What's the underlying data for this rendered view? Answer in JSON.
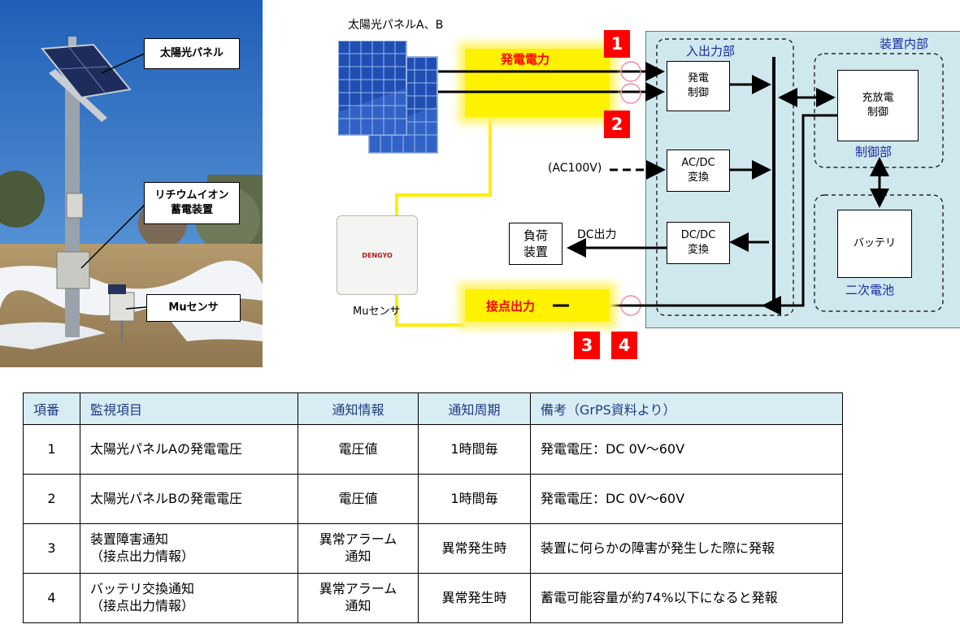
{
  "photo": {
    "callouts": {
      "solar_panel": "太陽光パネル",
      "battery_line1": "リチウムイオン",
      "battery_line2": "蓄電装置",
      "mu_sensor": "Muセンサ"
    }
  },
  "diagram": {
    "solar_label": "太陽光パネルA、B",
    "generated_power": "発電電力",
    "contact_output": "接点出力",
    "mu_sensor_label": "Muセンサ",
    "mu_brand": "DENGYO",
    "ac_input": "(AC100V)",
    "dc_output": "DC出力",
    "load_line1": "負荷",
    "load_line2": "装置",
    "device_inside": "装置内部",
    "io_section": "入出力部",
    "gen_control_line1": "発電",
    "gen_control_line2": "制御",
    "acdc_line1": "AC/DC",
    "acdc_line2": "変換",
    "dcdc_line1": "DC/DC",
    "dcdc_line2": "変換",
    "charge_line1": "充放電",
    "charge_line2": "制御",
    "control_section": "制御部",
    "battery_box": "バッテリ",
    "secondary_battery": "二次電池",
    "badges": [
      "1",
      "2",
      "3",
      "4"
    ],
    "colors": {
      "highlight": "#fff200",
      "badge": "#ff0000",
      "enclosure": "#cfe8ee",
      "section_label": "#1a2aa0"
    }
  },
  "table": {
    "headers": [
      "項番",
      "監視項目",
      "通知情報",
      "通知周期",
      "備考（GrPS資料より）"
    ],
    "rows": [
      {
        "no": "1",
        "item_line1": "太陽光パネルAの発電電圧",
        "item_line2": "",
        "info_line1": "電圧値",
        "info_line2": "",
        "cycle": "1時間毎",
        "note": "発電電圧：DC 0V～60V"
      },
      {
        "no": "2",
        "item_line1": "太陽光パネルBの発電電圧",
        "item_line2": "",
        "info_line1": "電圧値",
        "info_line2": "",
        "cycle": "1時間毎",
        "note": "発電電圧：DC 0V～60V"
      },
      {
        "no": "3",
        "item_line1": "装置障害通知",
        "item_line2": "（接点出力情報）",
        "info_line1": "異常アラーム",
        "info_line2": "通知",
        "cycle": "異常発生時",
        "note": "装置に何らかの障害が発生した際に発報"
      },
      {
        "no": "4",
        "item_line1": "バッテリ交換通知",
        "item_line2": "（接点出力情報）",
        "info_line1": "異常アラーム",
        "info_line2": "通知",
        "cycle": "異常発生時",
        "note": "蓄電可能容量が約74%以下になると発報"
      }
    ]
  }
}
